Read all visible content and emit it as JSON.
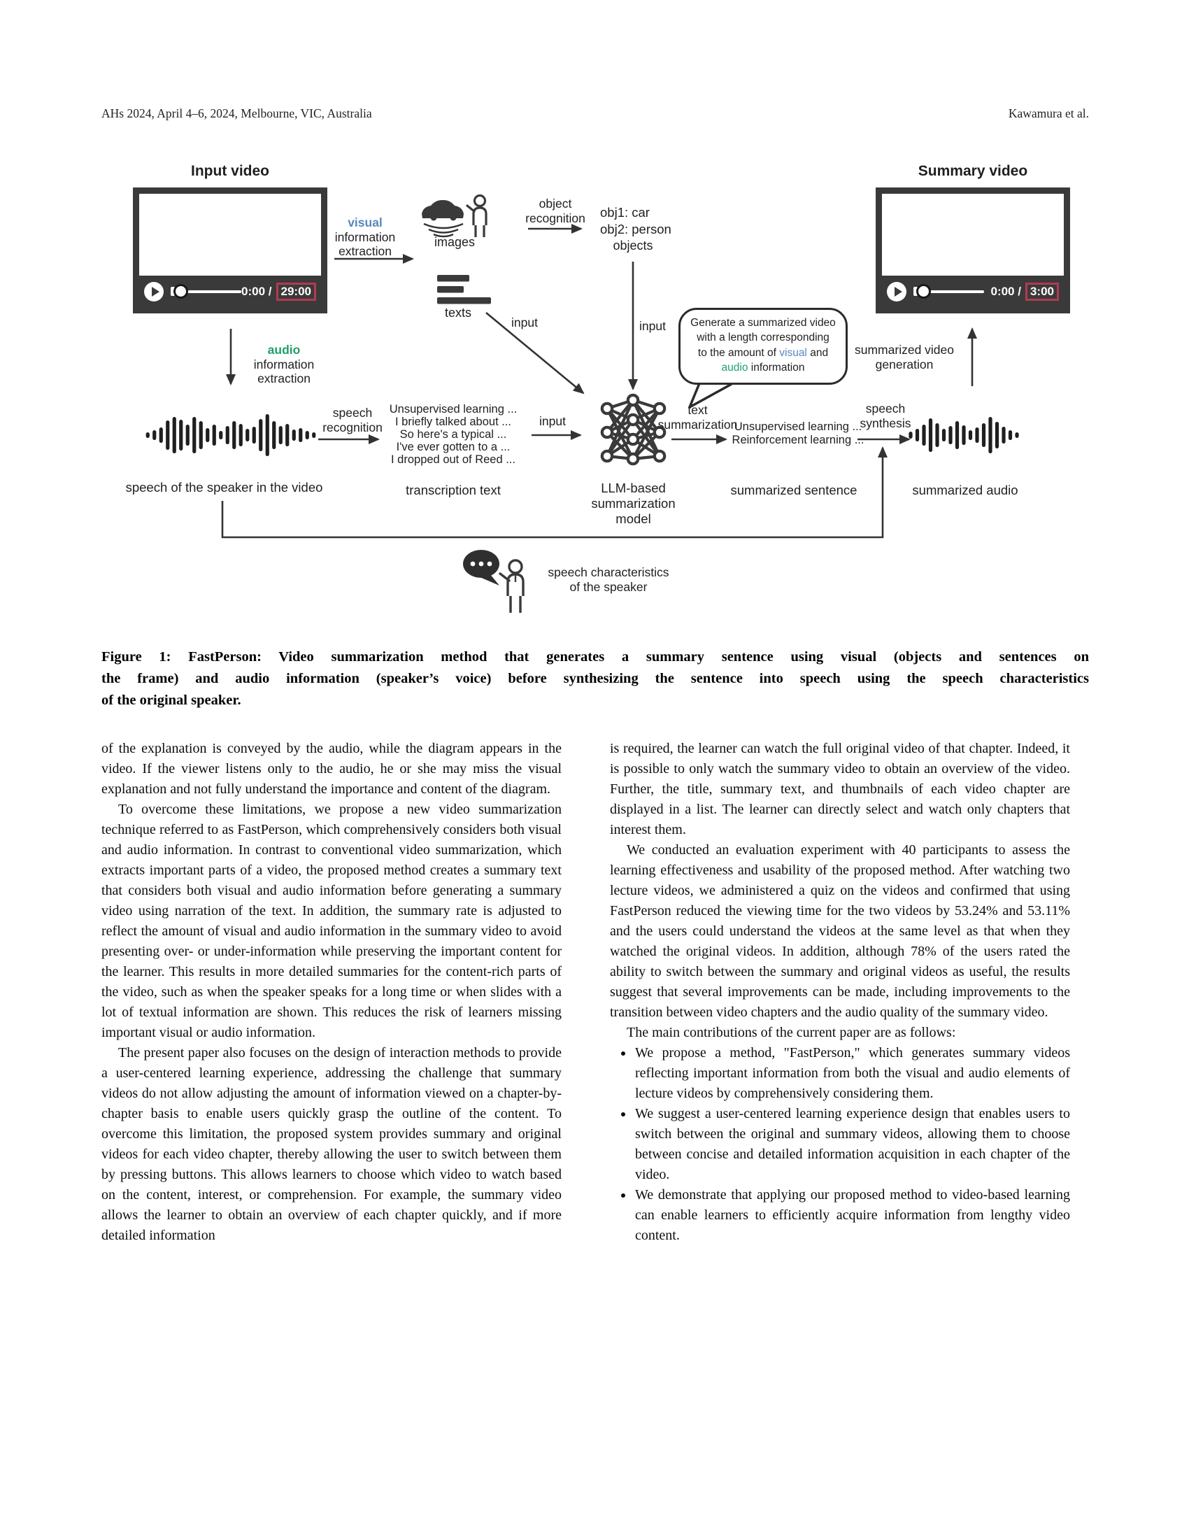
{
  "page": {
    "header_left": "AHs 2024, April 4–6, 2024, Melbourne, VIC, Australia",
    "header_right": "Kawamura et al."
  },
  "colors": {
    "accent_red": "#b23a52",
    "visual_blue": "#5b88bb",
    "audio_green": "#21a06a",
    "icon_dark": "#3a3a3a"
  },
  "figure": {
    "input_video": {
      "title": "Input video",
      "current": "0:00 /",
      "duration": "29:00"
    },
    "summary_video": {
      "title": "Summary video",
      "current": "0:00 /",
      "duration": "3:00"
    },
    "visual_extraction": {
      "l1": "visual",
      "l2": "information",
      "l3": "extraction"
    },
    "audio_extraction": {
      "l1": "audio",
      "l2": "information",
      "l3": "extraction"
    },
    "images_label": "images",
    "object_recognition": {
      "l1": "object",
      "l2": "recognition"
    },
    "objects_list": {
      "l1": "obj1: car",
      "l2": "obj2: person"
    },
    "objects_label": "objects",
    "texts_label": "texts",
    "input_texts": "input",
    "input_objects": "input",
    "input_transcription": "input",
    "bubble": {
      "l1": "Generate a summarized video",
      "l2": "with a length corresponding",
      "l3a": "to the amount of ",
      "l3b": "visual",
      "l3c": " and",
      "l4a": "audio",
      "l4b": " information"
    },
    "summarized_video_generation": {
      "l1": "summarized video",
      "l2": "generation"
    },
    "speech_of_speaker": "speech of the speaker in the video",
    "speech_recognition": {
      "l1": "speech",
      "l2": "recognition"
    },
    "transcription_lines": [
      "Unsupervised learning ...",
      "I briefly talked about ...",
      "So here's a typical ...",
      "I've ever gotten to a ...",
      "I dropped out of Reed ..."
    ],
    "transcription_label": "transcription text",
    "llm": {
      "l1": "LLM-based",
      "l2": "summarization model"
    },
    "text_summarization": {
      "l1": "text",
      "l2": "summarization"
    },
    "summarized_sentence_lines": [
      "Unsupervised learning ...",
      "Reinforcement learning ..."
    ],
    "summarized_sentence_label": "summarized sentence",
    "speech_synthesis": {
      "l1": "speech",
      "l2": "synthesis"
    },
    "summarized_audio_label": "summarized audio",
    "speech_characteristics": {
      "l1": "speech characteristics",
      "l2": "of the speaker"
    }
  },
  "caption": {
    "lines": [
      "Figure 1: FastPerson: Video summarization method that generates a summary sentence using visual (objects and sentences on",
      "the frame) and audio information (speaker’s voice) before synthesizing the sentence into speech using the speech characteristics",
      "of the original speaker."
    ]
  },
  "body": {
    "left_paras": [
      "of the explanation is conveyed by the audio, while the diagram appears in the video. If the viewer listens only to the audio, he or she may miss the visual explanation and not fully understand the importance and content of the diagram.",
      "To overcome these limitations, we propose a new video summarization technique referred to as FastPerson, which comprehensively considers both visual and audio information. In contrast to conventional video summarization, which extracts important parts of a video, the proposed method creates a summary text that considers both visual and audio information before generating a summary video using narration of the text. In addition, the summary rate is adjusted to reflect the amount of visual and audio information in the summary video to avoid presenting over- or under-information while preserving the important content for the learner. This results in more detailed summaries for the content-rich parts of the video, such as when the speaker speaks for a long time or when slides with a lot of textual information are shown. This reduces the risk of learners missing important visual or audio information.",
      "The present paper also focuses on the design of interaction methods to provide a user-centered learning experience, addressing the challenge that summary videos do not allow adjusting the amount of information viewed on a chapter-by-chapter basis to enable users quickly grasp the outline of the content. To overcome this limitation, the proposed system provides summary and original videos for each video chapter, thereby allowing the user to switch between them by pressing buttons. This allows learners to choose which video to watch based on the content, interest, or comprehension. For example, the summary video allows the learner to obtain an overview of each chapter quickly, and if more detailed information"
    ],
    "right_paras": [
      "is required, the learner can watch the full original video of that chapter. Indeed, it is possible to only watch the summary video to obtain an overview of the video. Further, the title, summary text, and thumbnails of each video chapter are displayed in a list. The learner can directly select and watch only chapters that interest them.",
      "We conducted an evaluation experiment with 40 participants to assess the learning effectiveness and usability of the proposed method. After watching two lecture videos, we administered a quiz on the videos and confirmed that using FastPerson reduced the viewing time for the two videos by 53.24% and 53.11% and the users could understand the videos at the same level as that when they watched the original videos. In addition, although 78% of the users rated the ability to switch between the summary and original videos as useful, the results suggest that several improvements can be made, including improvements to the transition between video chapters and the audio quality of the summary video.",
      "The main contributions of the current paper are as follows:"
    ],
    "right_bullets": [
      "We propose a method, \"FastPerson,\" which generates summary videos reflecting important information from both the visual and audio elements of lecture videos by comprehensively considering them.",
      "We suggest a user-centered learning experience design that enables users to switch between the original and summary videos, allowing them to choose between concise and detailed information acquisition in each chapter of the video.",
      "We demonstrate that applying our proposed method to video-based learning can enable learners to efficiently acquire information from lengthy video content."
    ]
  }
}
